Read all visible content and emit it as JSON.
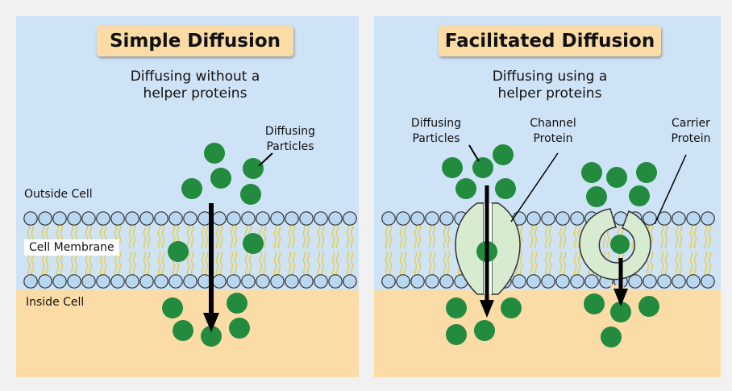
{
  "simple": {
    "title": "Simple Diffusion",
    "subtitle": "Diffusing without a\nhelper proteins",
    "particles_label": "Diffusing\nParticles",
    "outside_label": "Outside Cell",
    "membrane_label": "Cell Membrane",
    "inside_label": "Inside Cell"
  },
  "facilitated": {
    "title": "Facilitated Diffusion",
    "subtitle": "Diffusing using a\nhelper proteins",
    "particles_label": "Diffusing\nParticles",
    "channel_label": "Channel\nProtein",
    "carrier_label": "Carrier\nProtein"
  },
  "colors": {
    "outside": "#cfe3f6",
    "inside": "#fbdca6",
    "particle": "#228b3e",
    "lipid_head": "#b9d8f0",
    "tail": "#e6cf55",
    "protein": "#d6ebcf"
  }
}
